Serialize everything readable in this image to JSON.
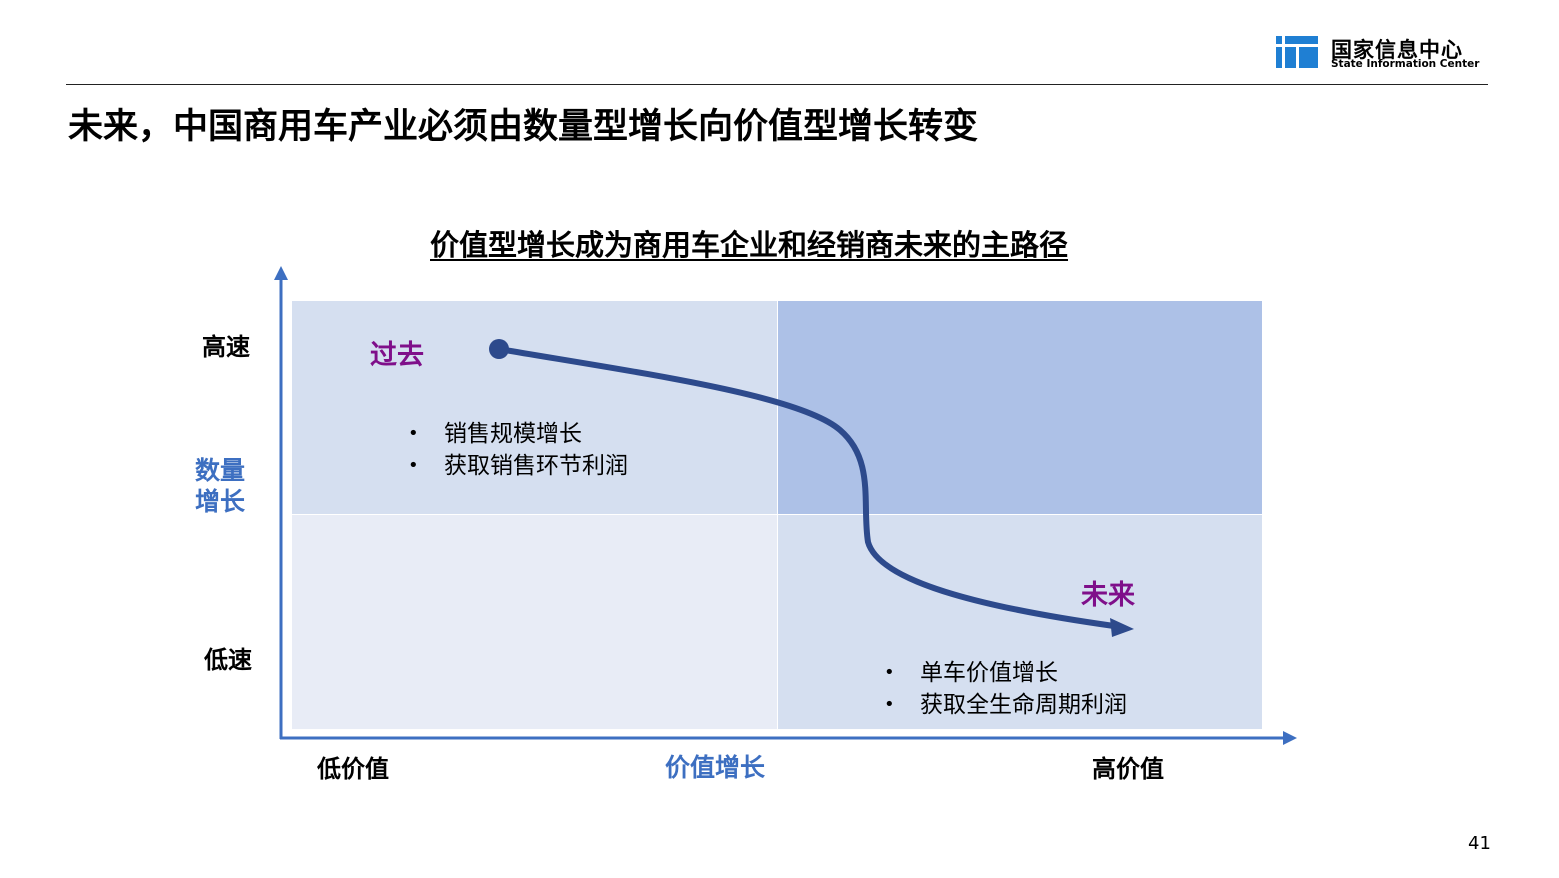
{
  "header": {
    "logo_cn": "国家信息中心",
    "logo_en": "State Information Center",
    "title": "未来，中国商用车产业必须由数量型增长向价值型增长转变"
  },
  "diagram": {
    "title": "价值型增长成为商用车企业和经销商未来的主路径",
    "y_axis": {
      "label": "数量\n增长",
      "high": "高速",
      "low": "低速"
    },
    "x_axis": {
      "label": "价值增长",
      "low": "低价值",
      "high": "高价值"
    },
    "past_label": "过去",
    "future_label": "未来",
    "past_bullets": [
      "销售规模增长",
      "获取销售环节利润"
    ],
    "future_bullets": [
      "单车价值增长",
      "获取全生命周期利润"
    ]
  },
  "colors": {
    "axis": "#3d6fc1",
    "curve": "#2d4a8c",
    "label_purple": "#7f0f8a",
    "quadrant_light": "#d5dff0",
    "quadrant_dark": "#adc1e7",
    "quadrant_pale": "#e8ecf6"
  },
  "footer": {
    "page_number": "41"
  }
}
